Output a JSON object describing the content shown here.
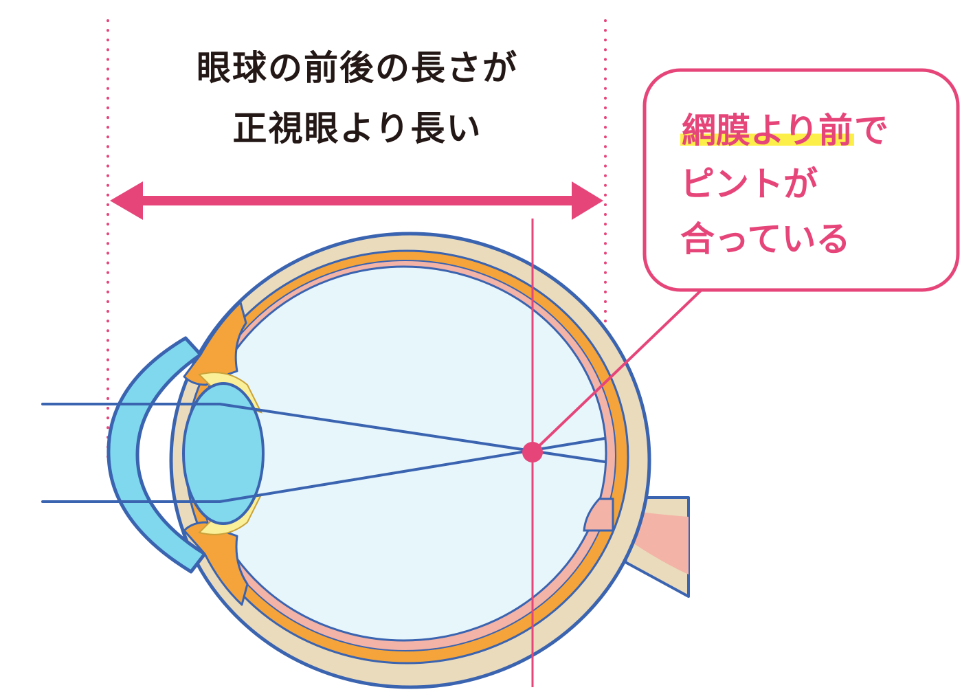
{
  "caption": {
    "line1": "眼球の前後の長さが",
    "line2": "正視眼より長い"
  },
  "callout": {
    "line1_highlight": "網膜より前",
    "line1_rest": "で",
    "line2": "ピントが",
    "line3": "合っている"
  },
  "colors": {
    "accent_pink": "#e6457a",
    "sclera_beige": "#eadbbc",
    "outline_blue": "#3a63b0",
    "cornea_blue": "#7fd8ee",
    "vitreous_light": "#e7f6fb",
    "choroid_orange": "#f4a43a",
    "retina_pink": "#f3b3a6",
    "lens_blue": "#82d9ee",
    "ciliary_yellow": "#fbf09a",
    "highlight_yellow": "#fcef4a"
  }
}
